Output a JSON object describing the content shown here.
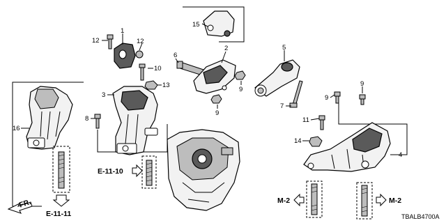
{
  "diagram": {
    "callouts": {
      "p1": "1",
      "p2": "2",
      "p3": "3",
      "p4": "4",
      "p5": "5",
      "p6": "6",
      "p7": "7",
      "p8": "8",
      "p9a": "9",
      "p9b": "9",
      "p9c": "9",
      "p9d": "9",
      "p10": "10",
      "p11": "11",
      "p12a": "12",
      "p12b": "12",
      "p13": "13",
      "p14": "14",
      "p15": "15",
      "p16": "16"
    },
    "references": {
      "e1110": "E-11-10",
      "e1111": "E-11-11",
      "m2_left": "M-2",
      "m2_right": "M-2"
    },
    "front_label": "FR.",
    "diagram_code": "TBALB4700A"
  }
}
